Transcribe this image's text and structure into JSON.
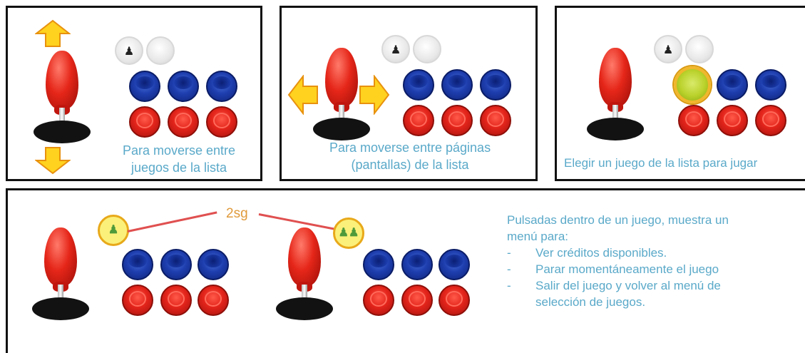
{
  "panels": {
    "p1": {
      "caption_line1": "Para moverse entre",
      "caption_line2": "juegos de la lista"
    },
    "p2": {
      "caption_line1": "Para moverse entre páginas",
      "caption_line2": "(pantallas) de la lista"
    },
    "p3": {
      "caption": "Elegir un juego de la lista para jugar"
    },
    "p4": {
      "timer_label": "2sg",
      "info_intro_line1": "Pulsadas dentro de un juego, muestra un",
      "info_intro_line2": "menú para:",
      "items": [
        "Ver créditos disponibles.",
        "Parar momentáneamente el juego",
        "Salir del juego y volver al menú de",
        "selección de juegos."
      ]
    }
  },
  "icons": {
    "player1": "player-one-icon",
    "player2": "player-two-icon",
    "arrow_up": "arrow-up-icon",
    "arrow_down": "arrow-down-icon",
    "arrow_left": "arrow-left-icon",
    "arrow_right": "arrow-right-icon"
  },
  "colors": {
    "caption": "#5aa9c9",
    "arrow_fill": "#ffd21f",
    "arrow_stroke": "#e8910e",
    "timer": "#e09a3c",
    "line": "#e05050"
  }
}
